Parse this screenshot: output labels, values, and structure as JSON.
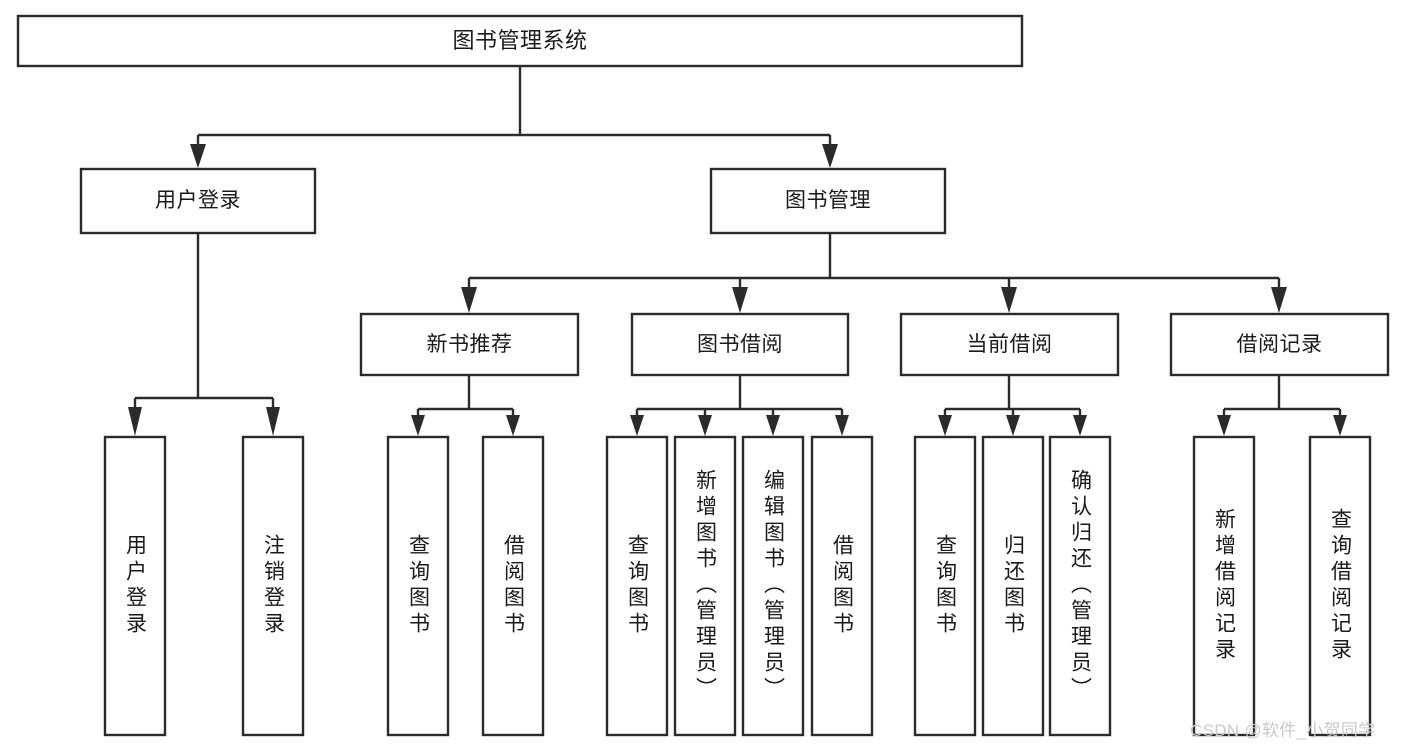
{
  "diagram": {
    "type": "hierarchy-tree",
    "title": "图书管理系统",
    "root": {
      "label": "图书管理系统"
    },
    "level2": [
      {
        "label": "用户登录"
      },
      {
        "label": "图书管理"
      }
    ],
    "level3": [
      {
        "label": "新书推荐"
      },
      {
        "label": "图书借阅"
      },
      {
        "label": "当前借阅"
      },
      {
        "label": "借阅记录"
      }
    ],
    "leaves": {
      "user_login": [
        {
          "label": "用户登录"
        },
        {
          "label": "注销登录"
        }
      ],
      "new_book_recommend": [
        {
          "label": "查询图书"
        },
        {
          "label": "借阅图书"
        }
      ],
      "book_borrow": [
        {
          "label": "查询图书"
        },
        {
          "label": "新增图书（管理员）"
        },
        {
          "label": "编辑图书（管理员）"
        },
        {
          "label": "借阅图书"
        }
      ],
      "current_borrow": [
        {
          "label": "查询图书"
        },
        {
          "label": "归还图书"
        },
        {
          "label": "确认归还（管理员）"
        }
      ],
      "borrow_record": [
        {
          "label": "新增借阅记录"
        },
        {
          "label": "查询借阅记录"
        }
      ]
    }
  },
  "watermark": {
    "text": "CSDN @软件_小贺同学"
  },
  "colors": {
    "stroke": "#2b2b2b",
    "fill": "#ffffff",
    "text": "#1a1a1a",
    "watermark": "#c9c9c9"
  }
}
